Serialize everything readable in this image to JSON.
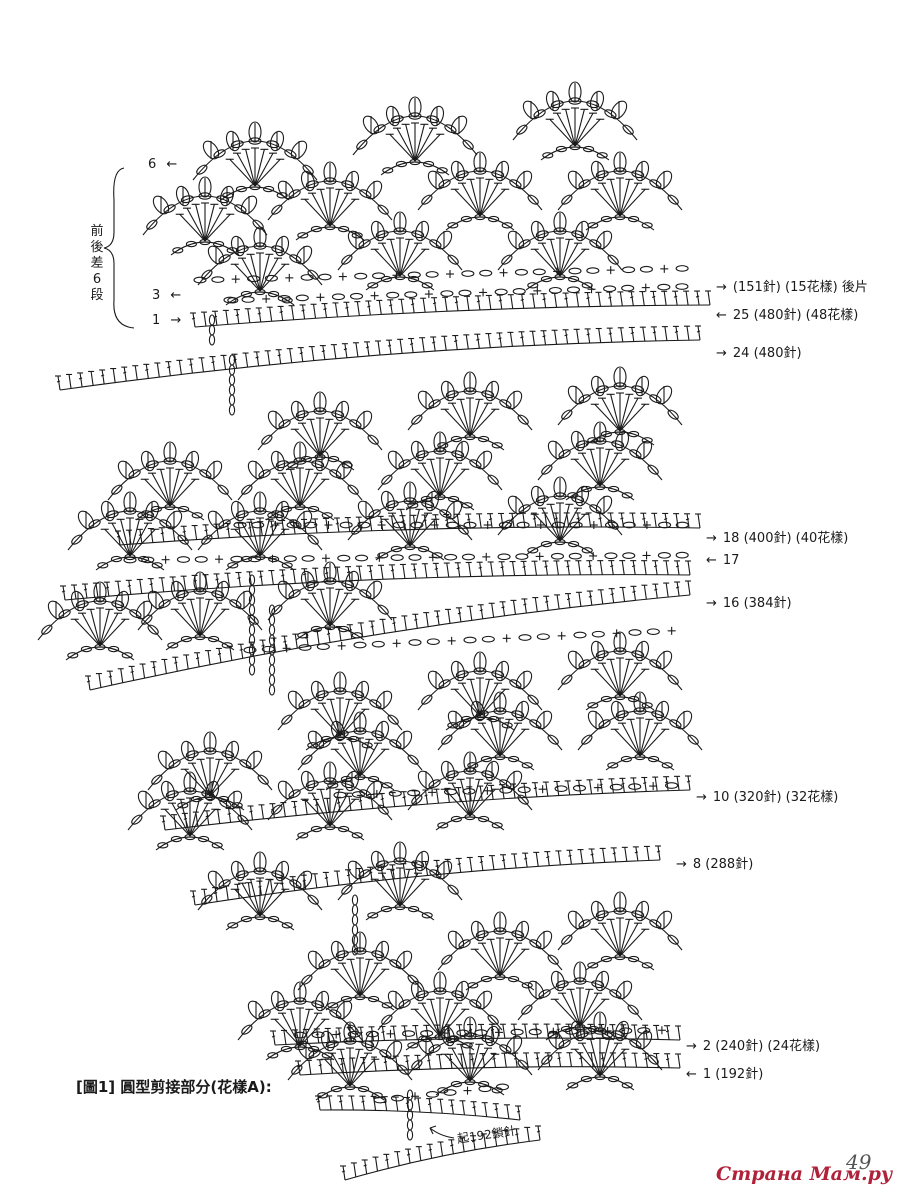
{
  "figure_title": "[圖1] 圓型剪接部分(花樣A):",
  "start_note": "起192鎖針",
  "page_number": "49",
  "watermark": "Страна Мам.ру",
  "left_note": "前後差6段",
  "left_rows": [
    {
      "label": "6",
      "arrow": "←"
    },
    {
      "label": "3",
      "arrow": "←"
    },
    {
      "label": "1",
      "arrow": "→"
    }
  ],
  "right_rows": [
    {
      "arrow": "→",
      "text": "(151針) (15花樣) 後片"
    },
    {
      "arrow": "←",
      "text": "25 (480針) (48花樣)"
    },
    {
      "arrow": "→",
      "text": "24 (480針)"
    },
    {
      "arrow": "→",
      "text": "18 (400針) (40花樣)"
    },
    {
      "arrow": "←",
      "text": "17"
    },
    {
      "arrow": "→",
      "text": "16 (384針)"
    },
    {
      "arrow": "→",
      "text": "10 (320針) (32花樣)"
    },
    {
      "arrow": "→",
      "text": "8 (288針)"
    },
    {
      "arrow": "→",
      "text": "2 (240針) (24花樣)"
    },
    {
      "arrow": "←",
      "text": "1 (192針)"
    }
  ],
  "colors": {
    "ink": "#1a1a1a",
    "watermark": "#b0223a"
  }
}
